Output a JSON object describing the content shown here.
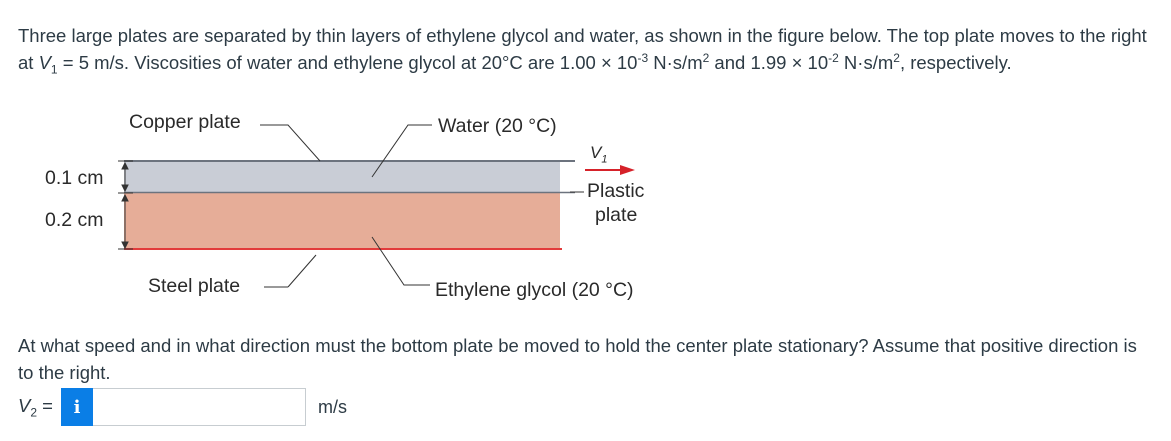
{
  "question": {
    "intro": "Three large plates are separated by thin layers of ethylene glycol and water, as shown in the figure below. The top plate moves to the right at ",
    "v1_sym": "V",
    "v1_sub": "1",
    "v1_rest": " = 5 m/s. Viscosities of water and ethylene glycol at 20°C are 1.00 × 10",
    "exp1": "-3",
    "mid": " N·s/m",
    "sq1": "2",
    "and": " and 1.99 × 10",
    "exp2": "-2",
    "unit2": " N·s/m",
    "sq2": "2",
    "end": ", respectively."
  },
  "figure": {
    "copper_plate": "Copper plate",
    "water": "Water (20 °C)",
    "v1_label": "V",
    "v1_label_sub": "1",
    "thickness_top": "0.1 cm",
    "thickness_bottom": "0.2 cm",
    "plastic_plate_line1": "Plastic",
    "plastic_plate_line2": "plate",
    "steel_plate": "Steel plate",
    "ethylene_glycol": "Ethylene glycol (20 °C)",
    "colors": {
      "water_layer": "#c9cdd6",
      "glycol_layer": "#e6ad98",
      "arrow": "#d6222a",
      "bottom_plate": "#e23b3b"
    }
  },
  "prompt": "At what speed and in what direction must the bottom plate be moved to hold the center plate stationary? Assume that positive direction is to the right.",
  "answer": {
    "label": "V",
    "label_sub": "2",
    "label_eq": " =",
    "info_icon": "i",
    "value": "",
    "unit": "m/s"
  }
}
